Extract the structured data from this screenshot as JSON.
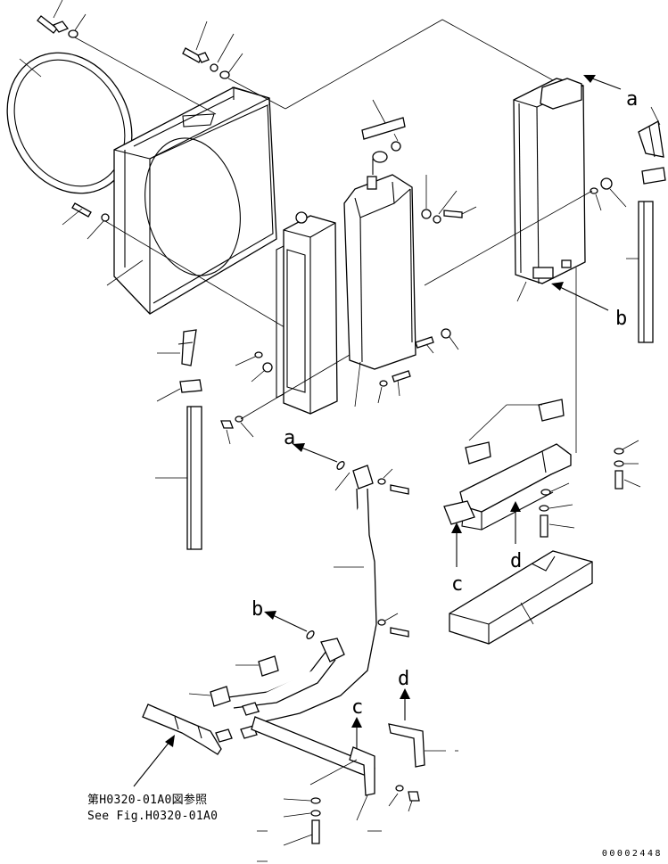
{
  "labels": {
    "a_top": "a",
    "b_mid": "b",
    "a_hose": "a",
    "b_hose": "b",
    "c_bracket": "c",
    "d_bracket": "d",
    "c_lower": "c",
    "d_lower": "d"
  },
  "reference": {
    "line_jp": "第H0320-01A0図参照",
    "line_en": "See Fig.H0320-01A0"
  },
  "doc_number": "00002448"
}
